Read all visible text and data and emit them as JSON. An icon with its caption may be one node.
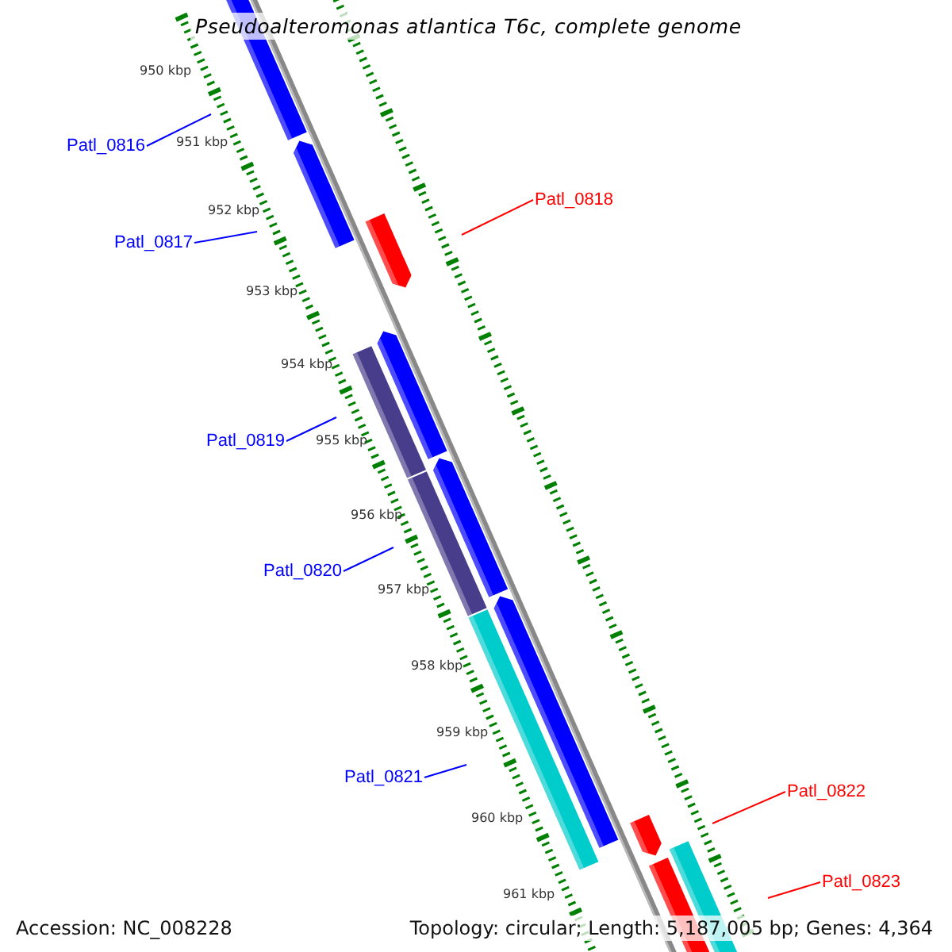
{
  "diagram": {
    "title": "Pseudoalteromonas atlantica T6c, complete genome",
    "nodes": [
      {
        "text": [
          "Patl_0816"
        ]
      },
      {
        "text": [
          "Patl_0817"
        ]
      },
      {
        "text": [
          "Patl_0818"
        ]
      },
      {
        "text": [
          "Patl_0819"
        ]
      },
      {
        "text": [
          "Patl_0820"
        ]
      },
      {
        "text": [
          "Patl_0821"
        ]
      },
      {
        "text": [
          "Patl_0822"
        ]
      },
      {
        "text": [
          "Patl_0823"
        ]
      }
    ],
    "edges": [
      {
        "from": 0,
        "to": null,
        "arrow": "none"
      },
      {
        "from": 1,
        "to": null,
        "arrow": "none"
      },
      {
        "from": 2,
        "to": null,
        "arrow": "none",
        "color": "#ff0000"
      },
      {
        "from": 3,
        "to": null,
        "arrow": "none"
      },
      {
        "from": 4,
        "to": null,
        "arrow": "none"
      },
      {
        "from": 5,
        "to": null,
        "arrow": "none"
      },
      {
        "from": 6,
        "to": null,
        "arrow": "none",
        "color": "#ff0000"
      },
      {
        "from": 7,
        "to": null,
        "arrow": "none",
        "color": "#ff0000"
      }
    ],
    "labels": [
      "950 kbp",
      "951 kbp",
      "952 kbp",
      "953 kbp",
      "954 kbp",
      "955 kbp",
      "956 kbp",
      "957 kbp",
      "958 kbp",
      "959 kbp",
      "960 kbp",
      "961 kbp",
      "Accession: NC_008228",
      "Topology: circular; Length: 5,187,005 bp; Genes: 4,364"
    ]
  }
}
